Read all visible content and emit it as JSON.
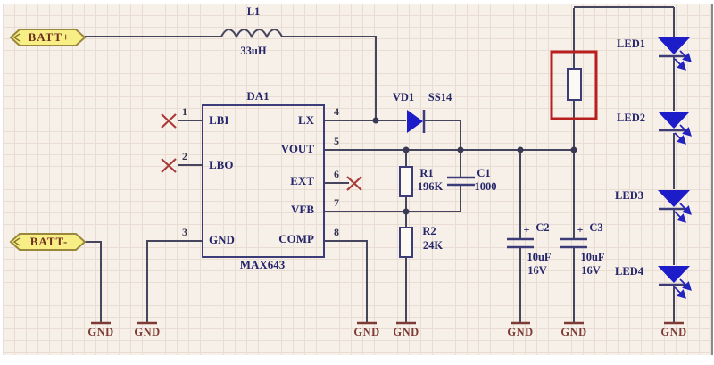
{
  "ports": {
    "positive": "BATT+",
    "negative": "BATT-"
  },
  "inductor": {
    "ref": "L1",
    "value": "33uH"
  },
  "ic": {
    "ref": "DA1",
    "part": "MAX643",
    "left_pins": [
      {
        "num": "1",
        "name": "LBI",
        "no_connect": true
      },
      {
        "num": "2",
        "name": "LBO",
        "no_connect": true
      },
      {
        "num": "3",
        "name": "GND",
        "no_connect": false
      }
    ],
    "right_pins": [
      {
        "num": "4",
        "name": "LX",
        "no_connect": false
      },
      {
        "num": "5",
        "name": "VOUT",
        "no_connect": false
      },
      {
        "num": "6",
        "name": "EXT",
        "no_connect": true
      },
      {
        "num": "7",
        "name": "VFB",
        "no_connect": false
      },
      {
        "num": "8",
        "name": "COMP",
        "no_connect": false
      }
    ]
  },
  "diode": {
    "ref": "VD1",
    "part": "SS14"
  },
  "resistors": [
    {
      "ref": "R1",
      "value": "196K"
    },
    {
      "ref": "R2",
      "value": "24K"
    },
    {
      "ref": "",
      "value": "",
      "note": "unlabeled resistor inside red highlight box"
    }
  ],
  "capacitors": [
    {
      "ref": "C1",
      "value": "1000",
      "polarity": ""
    },
    {
      "ref": "C2",
      "value": "10uF",
      "voltage": "16V",
      "polarity": "+"
    },
    {
      "ref": "C3",
      "value": "10uF",
      "voltage": "16V",
      "polarity": "+"
    }
  ],
  "leds": [
    {
      "ref": "LED1"
    },
    {
      "ref": "LED2"
    },
    {
      "ref": "LED3"
    },
    {
      "ref": "LED4"
    }
  ],
  "nets": {
    "gnd": "GND"
  },
  "colors": {
    "background": "#f7f0e9",
    "grid": "#e9ddd3",
    "wire": "#45455e",
    "component_outline": "#3c3c78",
    "label_text": "#26266b",
    "gnd_text": "#7d3b35",
    "led_blue": "#1c1cc8",
    "highlight_box": "#b81f1f",
    "no_connect_x": "#a83a3a",
    "port_fill": "#f8ee86",
    "port_border": "#99883b",
    "port_text": "#6e2f1e"
  }
}
